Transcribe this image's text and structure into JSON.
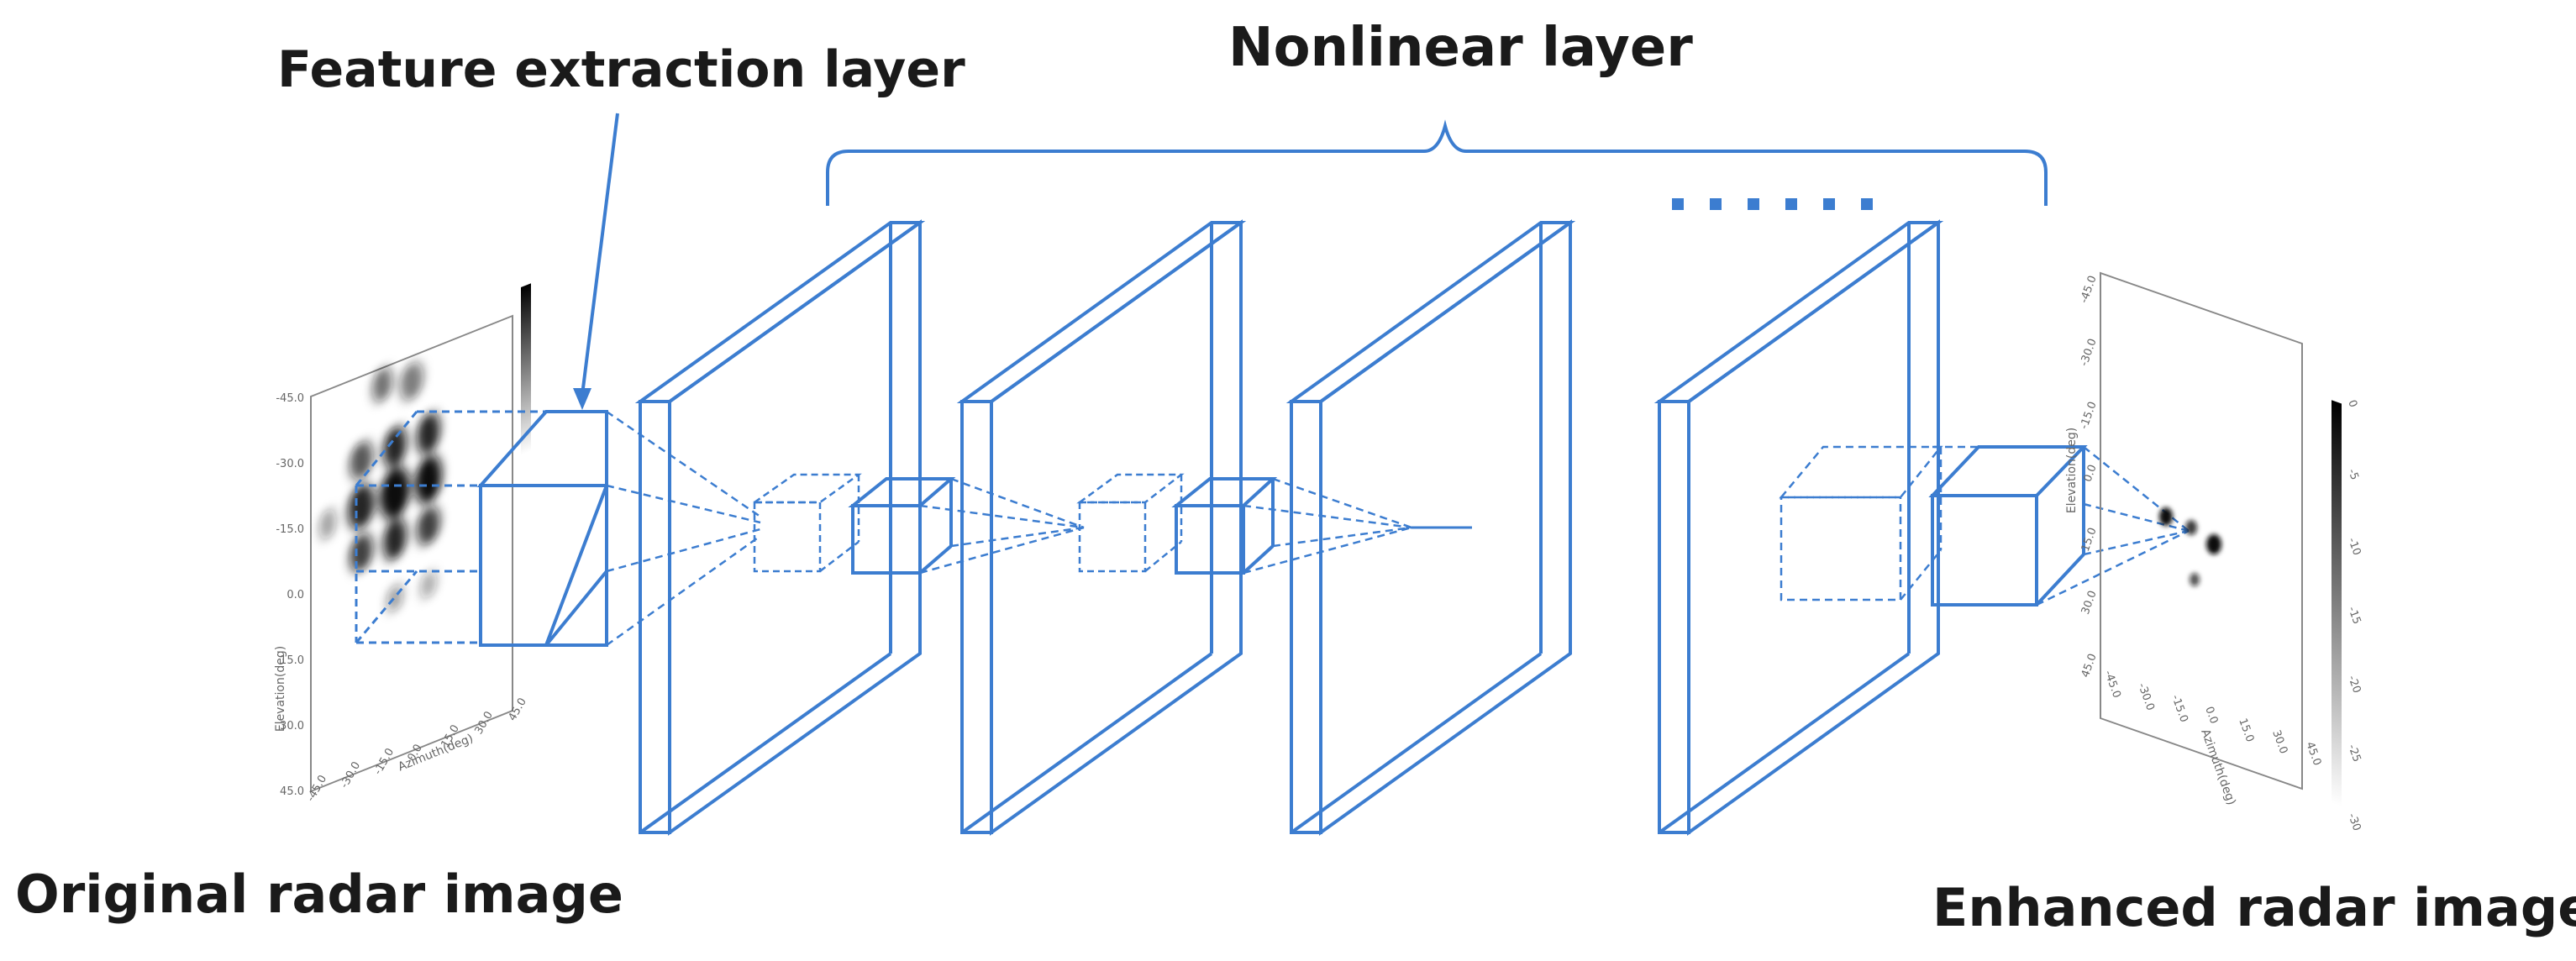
{
  "labels": {
    "feature_extraction": "Feature extraction layer",
    "nonlinear": "Nonlinear layer",
    "original": "Original radar image",
    "enhanced": "Enhanced radar image"
  },
  "colors": {
    "layer_blue": "#3c7dd0",
    "axis_gray": "#777777",
    "text": "#1a1a1a"
  },
  "input_plot": {
    "ylabel": "Elevation(deg)",
    "xlabel": "Azimuth(deg)",
    "y_ticks": [
      "-45.0",
      "-30.0",
      "-15.0",
      "0.0",
      "15.0",
      "30.0",
      "45.0"
    ],
    "x_ticks": [
      "-45.0",
      "-30.0",
      "-15.0",
      "0.0",
      "15.0",
      "30.0",
      "45.0"
    ]
  },
  "output_plot": {
    "ylabel": "Elevation(deg)",
    "xlabel": "Azimuth(deg)",
    "y_ticks": [
      "-45.0",
      "-30.0",
      "-15.0",
      "0.0",
      "15.0",
      "30.0",
      "45.0"
    ],
    "x_ticks": [
      "-45.0",
      "-30.0",
      "-15.0",
      "0.0",
      "15.0",
      "30.0",
      "45.0"
    ],
    "colorbar_ticks": [
      "0",
      "-5",
      "-10",
      "-15",
      "-20",
      "-25",
      "-30"
    ]
  }
}
